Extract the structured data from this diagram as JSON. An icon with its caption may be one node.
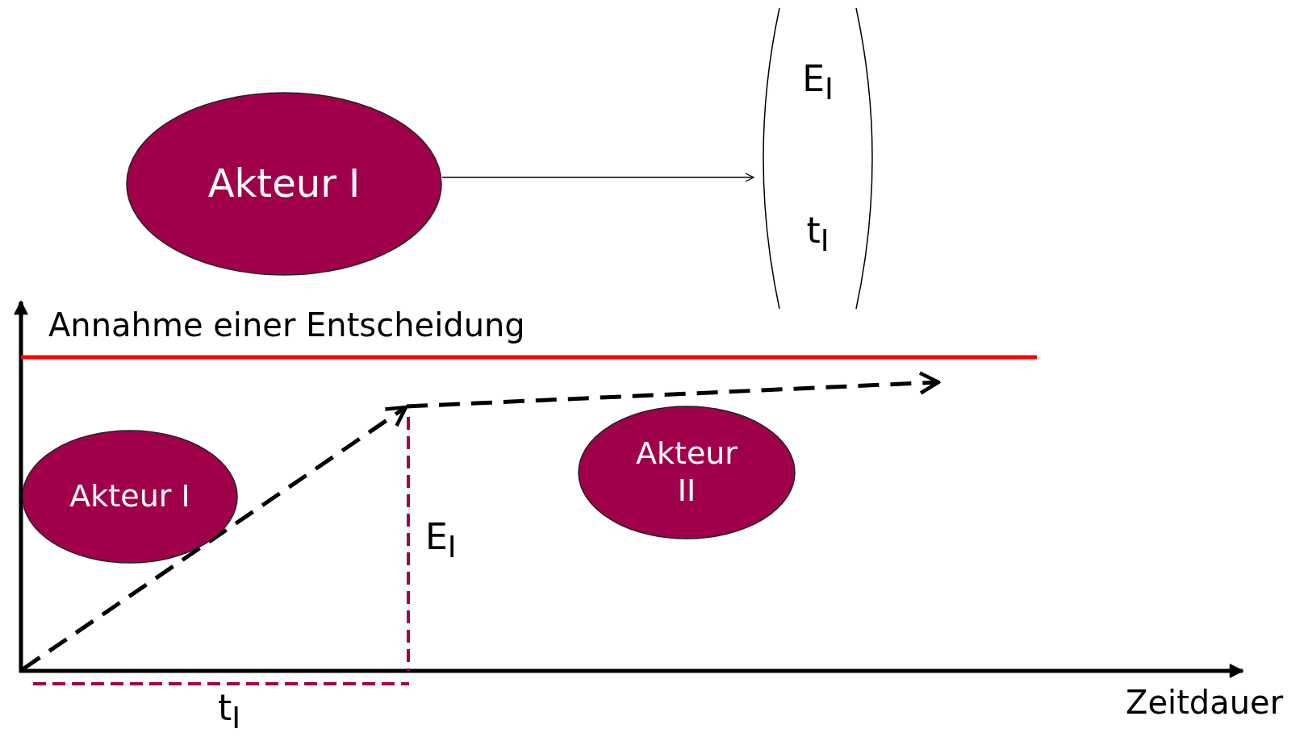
{
  "diagram": {
    "nodes": [
      {
        "text": [
          "Akteur I"
        ]
      },
      {
        "text": [
          "E$_{I}$",
          "t$_{I}$"
        ]
      },
      {
        "text": [
          "Akteur I"
        ]
      },
      {
        "text": [
          "Akteur II"
        ]
      }
    ],
    "edges": [
      {
        "from": 0,
        "to": 1,
        "arrow": "to"
      }
    ],
    "labels": [
      "Annahme einer Entscheidung",
      "E$_{I}$",
      "t$_{I}$",
      "Zeitdauer"
    ]
  }
}
